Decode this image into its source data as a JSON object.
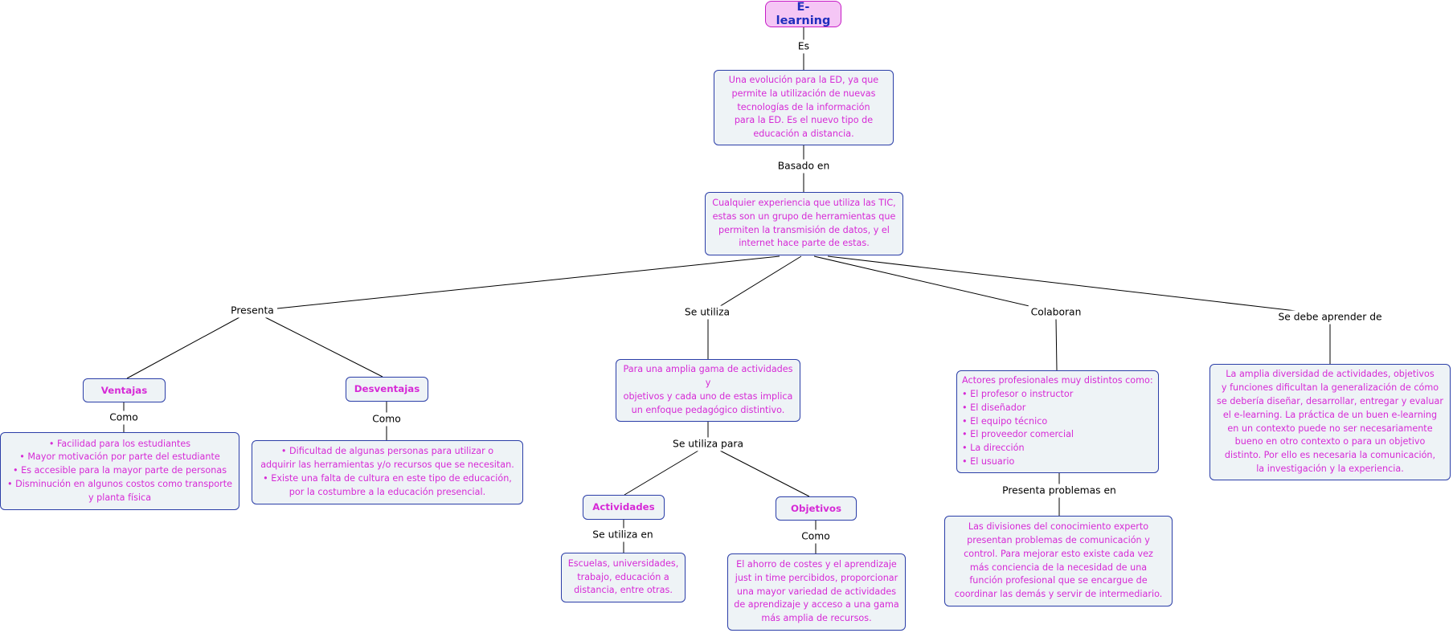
{
  "nodes": {
    "title": "E-learning",
    "definition": "Una evolución para la ED, ya que\npermite la utilización de nuevas\ntecnologías de la información\npara la ED. Es el nuevo tipo de\neducación  a distancia.",
    "tic": "Cualquier experiencia que utiliza las TIC,\nestas son un grupo de herramientas que\npermiten la transmisión de datos, y el\ninternet hace parte de estas.",
    "ventajas": "Ventajas",
    "desventajas": "Desventajas",
    "ventajas_list": "•   Facilidad para los estudiantes\n•   Mayor motivación por parte del estudiante\n•   Es accesible para la mayor parte de personas\n•   Disminución en algunos costos como transporte\ny planta física",
    "desventajas_list": "•   Dificultad de algunas personas para utilizar o\nadquirir las herramientas y/o recursos que se necesitan.\n•   Existe una falta de cultura en este tipo de educación,\npor la  costumbre a la educación presencial.",
    "amplia_gama": "Para una amplia gama de actividades y\nobjetivos y cada uno de estas implica\nun enfoque pedagógico  distintivo.",
    "actividades": "Actividades",
    "objetivos": "Objetivos",
    "escuelas": "Escuelas, universidades,\ntrabajo, educación a\ndistancia, entre otras.",
    "ahorro": "El ahorro de costes  y el aprendizaje\njust in time percibidos, proporcionar\nuna mayor  variedad de actividades\nde aprendizaje y acceso a una gama\nmás amplia de recursos.",
    "actores": "Actores profesionales muy distintos como:\n•    El profesor o instructor\n•    El diseñador\n•    El equipo técnico\n•    El proveedor comercial\n•    La dirección\n•    El usuario",
    "divisiones": "Las divisiones del conocimiento experto\npresentan problemas de comunicación y\ncontrol. Para mejorar esto existe cada vez\nmás conciencia de la necesidad de una\nfunción profesional que se encargue de\ncoordinar las demás y servir de intermediario.",
    "diversidad": "La amplia diversidad de actividades, objetivos\ny funciones dificultan la generalización de cómo\nse debería diseñar, desarrollar, entregar y evaluar\nel e-learning. La práctica de un buen e-learning\nen un contexto puede no ser necesariamente\nbueno en otro contexto o para un objetivo\ndistinto. Por ello es necesaria la comunicación,\nla investigación y la experiencia."
  },
  "links": {
    "es": "Es",
    "basado_en": "Basado en",
    "presenta": "Presenta",
    "se_utiliza": "Se utiliza",
    "colaboran": "Colaboran",
    "se_debe_aprender_de": "Se debe aprender de",
    "como_ventajas": "Como",
    "como_desventajas": "Como",
    "se_utiliza_para": "Se utiliza para",
    "se_utiliza_en": "Se utiliza en",
    "como_objetivos": "Como",
    "presenta_problemas_en": "Presenta problemas en"
  },
  "colors": {
    "node_fill": "#eef3f6",
    "node_border": "#2b3ea8",
    "node_text": "#d62ad6",
    "title_fill": "#f5c6f5",
    "title_border": "#c61cc6",
    "title_text": "#1f2ebd",
    "connector": "#000000"
  }
}
